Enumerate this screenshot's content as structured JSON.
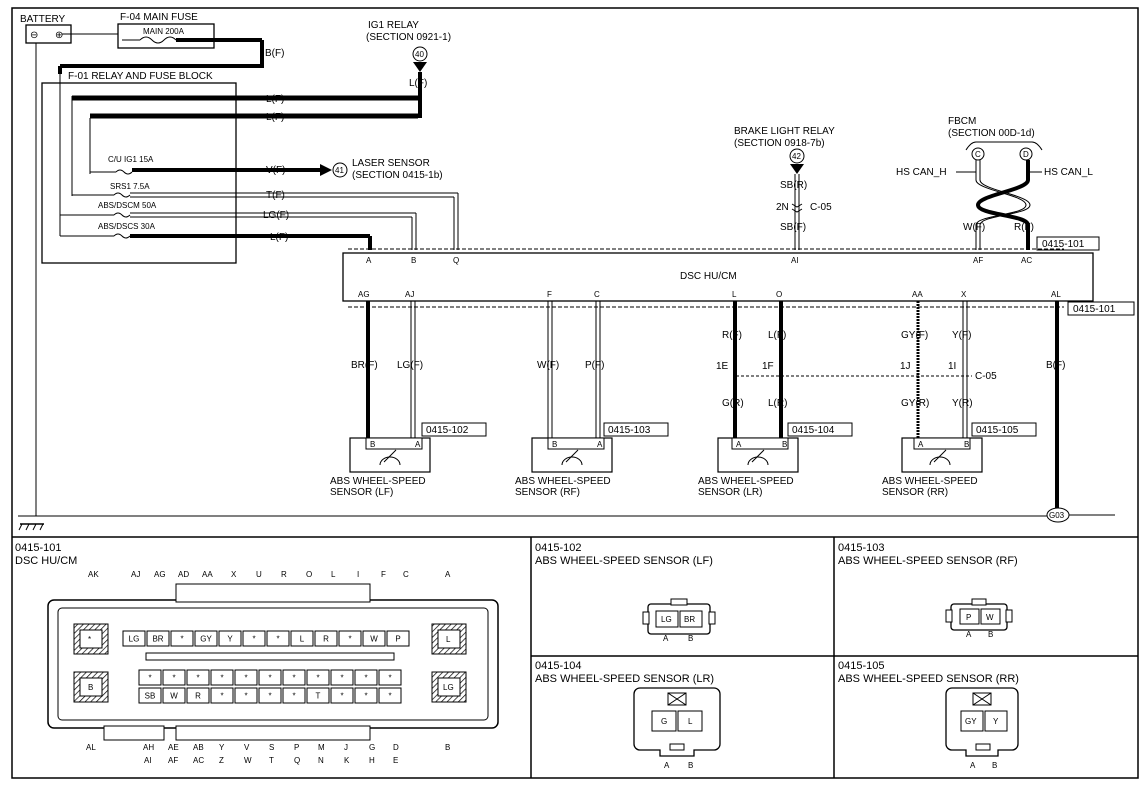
{
  "battery": {
    "label": "BATTERY",
    "neg": "⊖",
    "pos": "⊕"
  },
  "main_fuse": {
    "title": "F-04  MAIN FUSE",
    "rating": "MAIN 200A",
    "wire": "B(F)"
  },
  "relay_block": {
    "title": "F-01 RELAY AND FUSE BLOCK",
    "fuses": [
      "C/U IG1 15A",
      "SRS1 7.5A",
      "ABS/DSCM 50A",
      "ABS/DSCS 30A"
    ]
  },
  "ig1_relay": {
    "title": "IG1 RELAY",
    "section": "(SECTION 0921-1)",
    "num": "40",
    "wire": "L(F)"
  },
  "top_wires": [
    "L(F)",
    "L(F)",
    "V(F)",
    "T(F)",
    "LG(F)",
    "L(F)"
  ],
  "laser_sensor": {
    "num": "41",
    "title": "LASER SENSOR",
    "section": "(SECTION 0415-1b)"
  },
  "brake_relay": {
    "title": "BRAKE LIGHT RELAY",
    "section": "(SECTION 0918-7b)",
    "num": "42",
    "wire_top": "SB(R)",
    "conn_pin": "2N",
    "conn": "C-05",
    "wire_bottom": "SB(F)"
  },
  "fbcm": {
    "title": "FBCM",
    "section": "(SECTION 00D-1d)",
    "pin_c": "C",
    "pin_d": "D",
    "can_h": "HS CAN_H",
    "can_l": "HS CAN_L",
    "wire_h": "W(F)",
    "wire_l": "R(F)"
  },
  "dsc": {
    "title": "DSC HU/CM",
    "connector_ref": "0415-101",
    "top_pins": [
      "A",
      "B",
      "Q",
      "AI",
      "AF",
      "AC"
    ],
    "bottom_pins": [
      "AG",
      "AJ",
      "F",
      "C",
      "L",
      "O",
      "AA",
      "X",
      "AL"
    ]
  },
  "lower_wires": {
    "lf": [
      "BR(F)",
      "LG(F)"
    ],
    "rf": [
      "W(F)",
      "P(F)"
    ],
    "lr_top": [
      "R(F)",
      "L(F)"
    ],
    "lr_joint": [
      "1E",
      "1F"
    ],
    "lr_bottom": [
      "G(R)",
      "L(R)"
    ],
    "rr_top": [
      "GY(F)",
      "Y(F)"
    ],
    "rr_joint": [
      "1J",
      "1I"
    ],
    "rr_bottom": [
      "GY(R)",
      "Y(R)"
    ],
    "joint_conn": "C-05",
    "al": "B(F)"
  },
  "sensors": [
    {
      "ref": "0415-102",
      "pin_l": "B",
      "pin_r": "A",
      "line1": "ABS WHEEL-SPEED",
      "line2": "SENSOR (LF)"
    },
    {
      "ref": "0415-103",
      "pin_l": "B",
      "pin_r": "A",
      "line1": "ABS WHEEL-SPEED",
      "line2": "SENSOR (RF)"
    },
    {
      "ref": "0415-104",
      "pin_l": "A",
      "pin_r": "B",
      "line1": "ABS WHEEL-SPEED",
      "line2": "SENSOR (LR)"
    },
    {
      "ref": "0415-105",
      "pin_l": "A",
      "pin_r": "B",
      "line1": "ABS WHEEL-SPEED",
      "line2": "SENSOR (RR)"
    }
  ],
  "ground": "G03",
  "conn_101": {
    "id": "0415-101",
    "name": "DSC HU/CM",
    "top_labels": [
      "AK",
      "AJ",
      "AG",
      "AD",
      "AA",
      "X",
      "U",
      "R",
      "O",
      "L",
      "I",
      "F",
      "C",
      "A"
    ],
    "row1": [
      "LG",
      "BR",
      "*",
      "GY",
      "Y",
      "*",
      "*",
      "L",
      "R",
      "*",
      "W",
      "P"
    ],
    "row2": [
      "*",
      "*",
      "*",
      "*",
      "*",
      "*",
      "*",
      "*",
      "*",
      "*",
      "*"
    ],
    "row3": [
      "SB",
      "W",
      "R",
      "*",
      "*",
      "*",
      "*",
      "T",
      "*",
      "*",
      "*"
    ],
    "left_top": "*",
    "left_bottom": "B",
    "right_top": "L",
    "right_bottom": "LG",
    "bottom_labels1": [
      "AL",
      "AH",
      "AE",
      "AB",
      "Y",
      "V",
      "S",
      "P",
      "M",
      "J",
      "G",
      "D",
      "B"
    ],
    "bottom_labels2": [
      "AI",
      "AF",
      "AC",
      "Z",
      "W",
      "T",
      "Q",
      "N",
      "K",
      "H",
      "E"
    ]
  },
  "conn_102": {
    "id": "0415-102",
    "name": "ABS WHEEL-SPEED SENSOR (LF)",
    "cells": [
      "LG",
      "BR"
    ],
    "pins": [
      "A",
      "B"
    ]
  },
  "conn_103": {
    "id": "0415-103",
    "name": "ABS WHEEL-SPEED SENSOR (RF)",
    "cells": [
      "P",
      "W"
    ],
    "pins": [
      "A",
      "B"
    ]
  },
  "conn_104": {
    "id": "0415-104",
    "name": "ABS WHEEL-SPEED SENSOR (LR)",
    "cells": [
      "G",
      "L"
    ],
    "pins": [
      "A",
      "B"
    ]
  },
  "conn_105": {
    "id": "0415-105",
    "name": "ABS WHEEL-SPEED SENSOR (RR)",
    "cells": [
      "GY",
      "Y"
    ],
    "pins": [
      "A",
      "B"
    ]
  }
}
